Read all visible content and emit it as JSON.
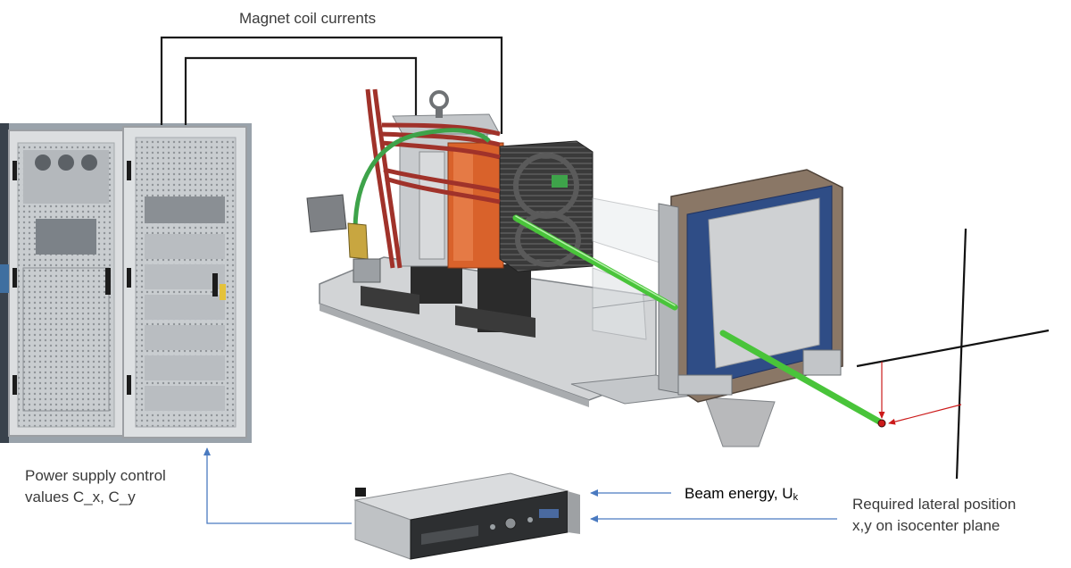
{
  "labels": {
    "magnet_coil_currents": "Magnet coil currents",
    "power_supply_line1": "Power supply control",
    "power_supply_line2": "values C_x, C_y",
    "beam_energy": "Beam energy, U",
    "beam_energy_subscript": "k",
    "lateral_line1": "Required lateral position",
    "lateral_line2": "x,y on isocenter plane"
  },
  "colors": {
    "wire": "#1a1a1a",
    "signal_arrow": "#4a7ac0",
    "beam": "#49c43a",
    "target_marker": "#cc1a1a",
    "magnet_orange": "#d9622b",
    "coil_copper": "#a0322a",
    "frame_tan": "#8a7766",
    "cabinet": "#d8dadc"
  }
}
